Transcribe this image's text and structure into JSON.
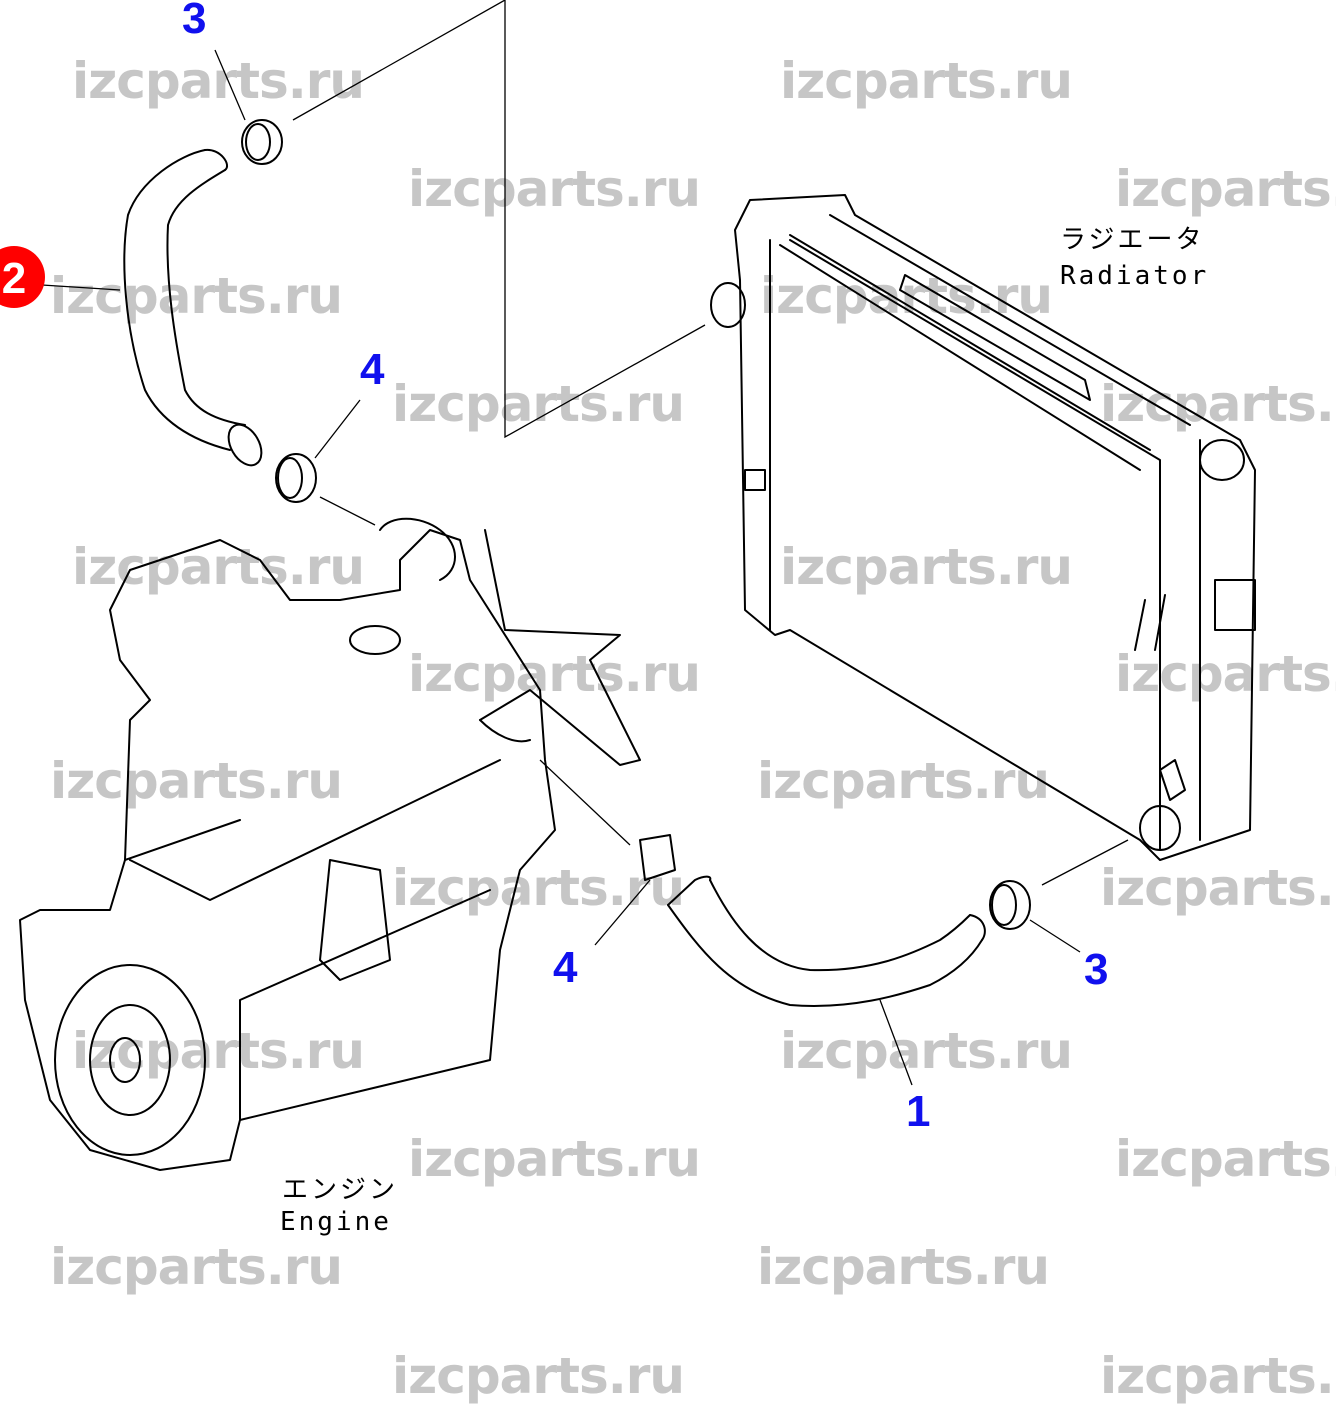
{
  "watermark": "izcparts.ru",
  "labels": {
    "radiator_jp": "ラジエータ",
    "radiator_en": "Radiator",
    "engine_jp": "エンジン",
    "engine_en": "Engine"
  },
  "callouts": [
    {
      "number": "3",
      "color": "#1010ee"
    },
    {
      "number": "2",
      "color": "#ff0000",
      "highlighted": true
    },
    {
      "number": "4",
      "color": "#1010ee"
    },
    {
      "number": "4",
      "color": "#1010ee"
    },
    {
      "number": "3",
      "color": "#1010ee"
    },
    {
      "number": "1",
      "color": "#1010ee"
    }
  ]
}
